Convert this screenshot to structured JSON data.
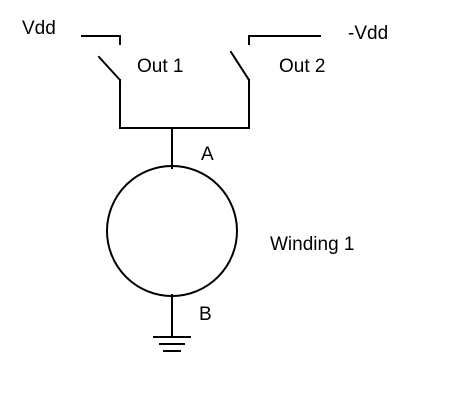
{
  "diagram": {
    "labels": {
      "supply_pos": "Vdd",
      "supply_neg": "-Vdd",
      "switch_1": "Out 1",
      "switch_2": "Out 2",
      "node_a": "A",
      "node_b": "B",
      "winding": "Winding 1"
    },
    "colors": {
      "stroke": "#000000",
      "background": "#ffffff"
    }
  }
}
